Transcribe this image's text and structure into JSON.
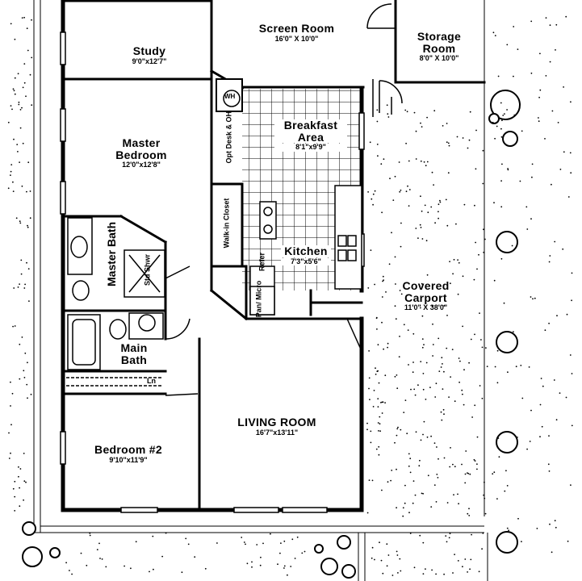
{
  "rooms": {
    "study": {
      "name": "Study",
      "dims": "9'0\"x12'7\""
    },
    "screen_room": {
      "name": "Screen Room",
      "dims": "16'0\" X 10'0\""
    },
    "storage_room": {
      "name": "Storage Room",
      "dims": "8'0\" X 10'0\""
    },
    "breakfast_area": {
      "name": "Breakfast Area",
      "dims": "8'1\"x9'9\""
    },
    "master_bedroom": {
      "name": "Master Bedroom",
      "dims": "12'0\"x12'8\""
    },
    "kitchen": {
      "name": "Kitchen",
      "dims": "7'3\"x5'6\""
    },
    "covered_carport": {
      "name": "Covered Carport",
      "dims": "11'0\" X 38'0\""
    },
    "master_bath": {
      "name": "Master Bath"
    },
    "main_bath": {
      "name": "Main Bath"
    },
    "living_room": {
      "name": "LIVING ROOM",
      "dims": "16'7\"x13'11\""
    },
    "bedroom_2": {
      "name": "Bedroom #2",
      "dims": "9'10\"x11'9\""
    }
  },
  "fixtures": {
    "water_heater": "WH",
    "opt_desk": "Opt Desk & OH",
    "walk_in_closet": "Walk-in Closet",
    "refer": "Refer",
    "pan_micro": "Pan/ Micro",
    "std_shwr": "Std Shwr",
    "linen": "Ln"
  },
  "colors": {
    "line": "#000000",
    "background": "#ffffff"
  }
}
